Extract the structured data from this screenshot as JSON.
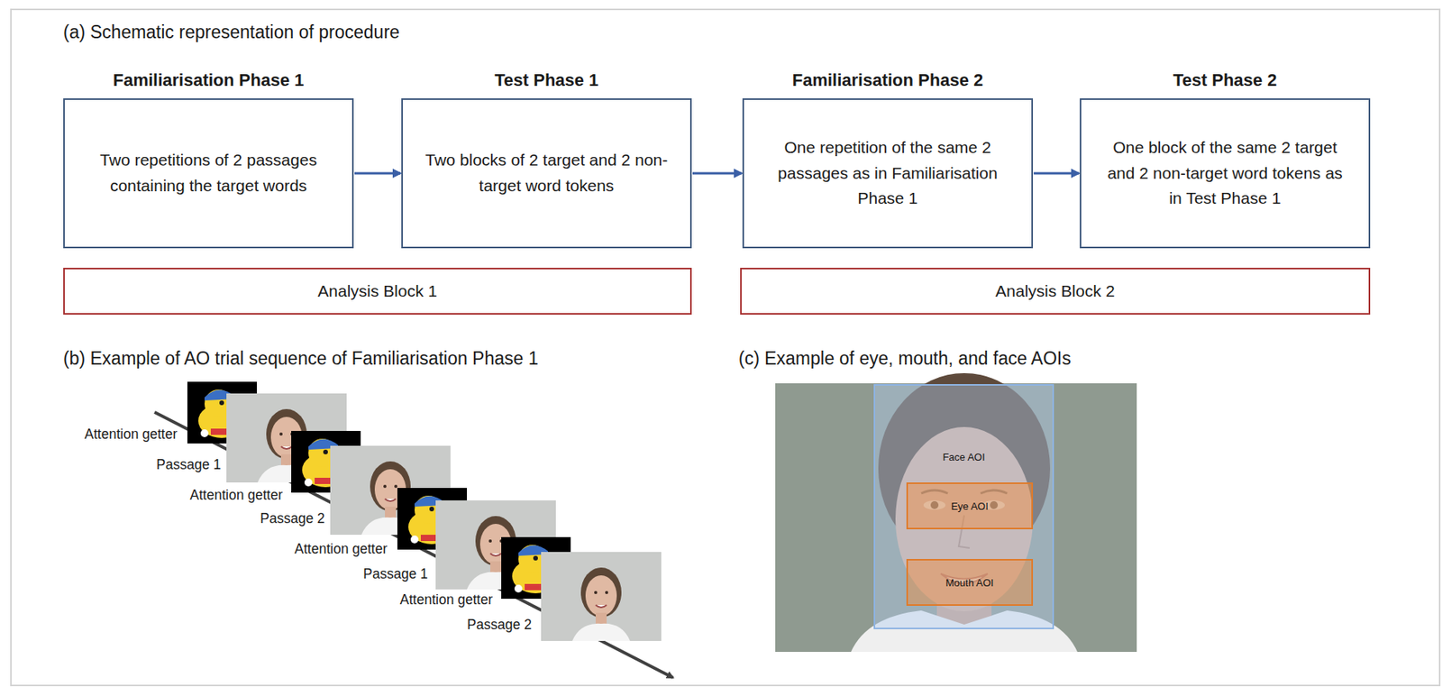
{
  "diagram": {
    "nodes": [
      {
        "text": [
          "Familiarisation Phase 1",
          "Two repetitions of 2 passages containing the target words"
        ]
      },
      {
        "text": [
          "Test Phase 1",
          "Two blocks of 2 target and 2 non-target word tokens"
        ]
      },
      {
        "text": [
          "Familiarisation Phase 2",
          "One repetition of the same 2 passages as in Familiarisation Phase 1"
        ]
      },
      {
        "text": [
          "Test Phase 2",
          "One block of the same 2 target and 2 non-target word tokens as in Test Phase 1"
        ]
      },
      {
        "text": [
          "Analysis Block 1"
        ]
      },
      {
        "text": [
          "Analysis Block 2"
        ]
      },
      {
        "text": [
          "Face AOI"
        ]
      },
      {
        "text": [
          "Eye AOI"
        ],
        "in": 6
      },
      {
        "text": [
          "Mouth AOI"
        ],
        "in": 6
      }
    ],
    "edges": [
      {
        "from": 0,
        "to": 1,
        "arrow": "to"
      },
      {
        "from": 1,
        "to": 2,
        "arrow": "to"
      },
      {
        "from": 2,
        "to": 3,
        "arrow": "to"
      }
    ],
    "labels": [
      "(a) Schematic representation of procedure",
      "(b) Example of AO trial sequence of Familiarisation Phase 1",
      "(c) Example of eye, mouth, and face AOIs",
      "Attention getter",
      "Passage 1",
      "Attention getter",
      "Passage 2",
      "Attention getter",
      "Passage 1",
      "Attention getter",
      "Passage 2"
    ]
  }
}
